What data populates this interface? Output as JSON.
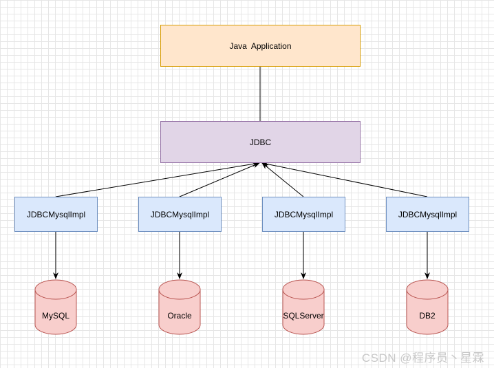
{
  "nodes": {
    "app": "Java  Application",
    "jdbc": "JDBC",
    "impls": [
      "JDBCMysqlImpl",
      "JDBCMysqlImpl",
      "JDBCMysqlImpl",
      "JDBCMysqlImpl"
    ],
    "databases": [
      "MySQL",
      "Oracle",
      "SQLServer",
      "DB2"
    ]
  },
  "colors": {
    "app_fill": "#ffe6cc",
    "app_stroke": "#d79b00",
    "jdbc_fill": "#e1d5e7",
    "jdbc_stroke": "#9673a6",
    "impl_fill": "#dae8fc",
    "impl_stroke": "#6c8ebf",
    "db_fill": "#f8cecc",
    "db_stroke": "#b85450"
  },
  "watermark": "CSDN @程序员丶星霖"
}
